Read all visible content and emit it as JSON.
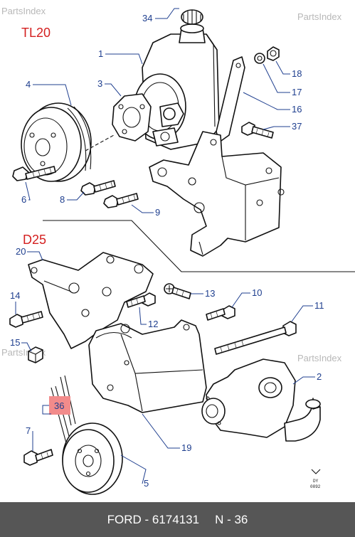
{
  "watermarks": {
    "top": "PartsIndex",
    "mid_left": "PartsIndex",
    "mid_right": "PartsIndex"
  },
  "sections": {
    "upper": "TL20",
    "lower": "D25"
  },
  "callouts": {
    "c1": "1",
    "c2": "2",
    "c3": "3",
    "c4": "4",
    "c5": "5",
    "c6": "6",
    "c7": "7",
    "c8": "8",
    "c9": "9",
    "c10": "10",
    "c11": "11",
    "c12": "12",
    "c13": "13",
    "c14": "14",
    "c15": "15",
    "c16": "16",
    "c17": "17",
    "c18": "18",
    "c19": "19",
    "c20": "20",
    "c34": "34",
    "c36": "36",
    "c37": "37"
  },
  "highlight": {
    "color": "#f28b8b",
    "callout": "36"
  },
  "stamp": {
    "line1": "DY",
    "line2": "0892"
  },
  "footer": {
    "part_ref": "FORD - 6174131",
    "position": "N - 36"
  }
}
